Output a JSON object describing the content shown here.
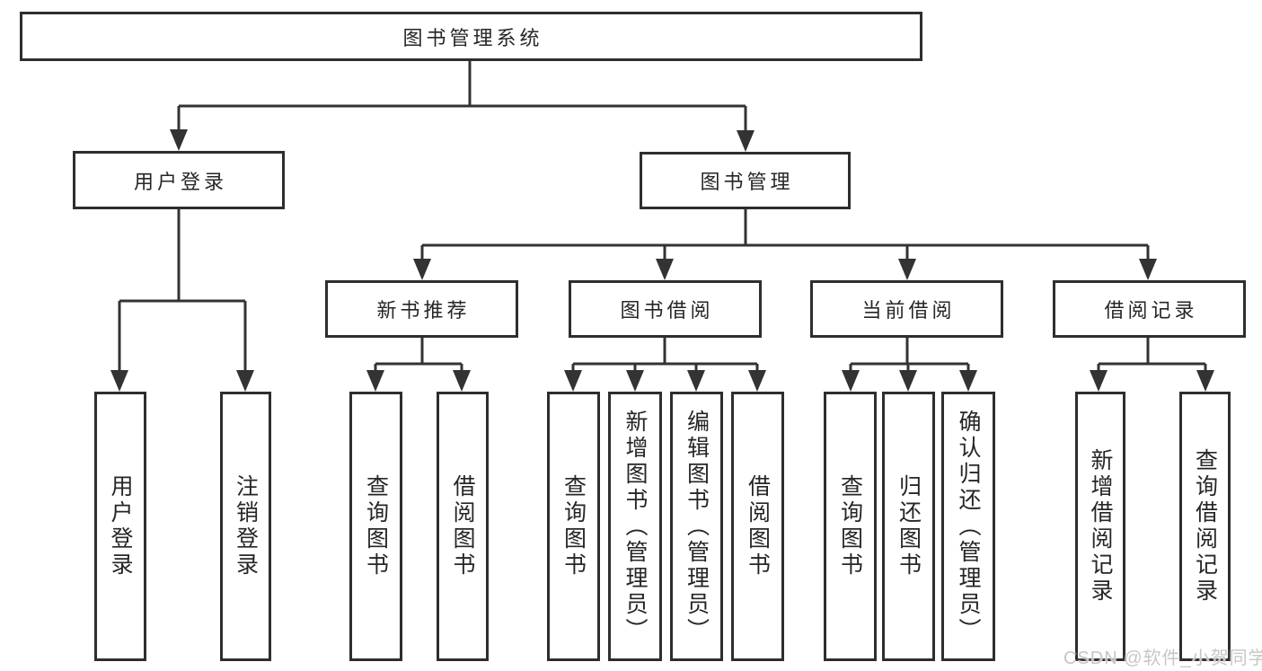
{
  "tree": {
    "root": {
      "label": "图书管理系统",
      "children": [
        {
          "label": "用户登录",
          "children": [
            {
              "label": "用户登录"
            },
            {
              "label": "注销登录"
            }
          ]
        },
        {
          "label": "图书管理",
          "children": [
            {
              "label": "新书推荐",
              "children": [
                {
                  "label": "查询图书"
                },
                {
                  "label": "借阅图书"
                }
              ]
            },
            {
              "label": "图书借阅",
              "children": [
                {
                  "label": "查询图书"
                },
                {
                  "label": "新增图书（管理员）"
                },
                {
                  "label": "编辑图书（管理员）"
                },
                {
                  "label": "借阅图书"
                }
              ]
            },
            {
              "label": "当前借阅",
              "children": [
                {
                  "label": "查询图书"
                },
                {
                  "label": "归还图书"
                },
                {
                  "label": "确认归还（管理员）"
                }
              ]
            },
            {
              "label": "借阅记录",
              "children": [
                {
                  "label": "新增借阅记录"
                },
                {
                  "label": "查询借阅记录"
                }
              ]
            }
          ]
        }
      ]
    }
  },
  "watermark": {
    "text": "CSDN @软件_小贺同学"
  },
  "colors": {
    "line": "#333333",
    "box_border": "#2e2e2e",
    "text": "#262626",
    "background": "#ffffff",
    "watermark": "#c6c6c6"
  }
}
